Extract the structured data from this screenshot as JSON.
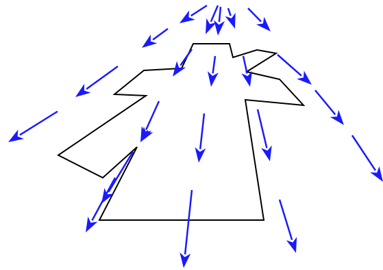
{
  "colors": {
    "background": "#ffffff",
    "outline": "#000000",
    "arrow": "#1a1aff"
  },
  "diagram": {
    "shape": "polygon-outline",
    "arrows": "vector-field",
    "arrow_count": 22
  }
}
